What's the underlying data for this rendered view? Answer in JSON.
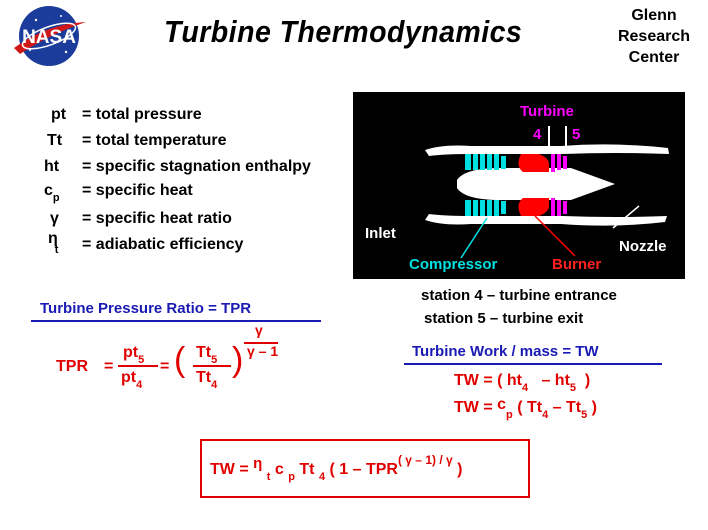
{
  "header": {
    "logo_text": "NASA",
    "title": "Turbine  Thermodynamics",
    "center_lines": [
      "Glenn",
      "Research",
      "Center"
    ]
  },
  "definitions": [
    {
      "symbol": "pt",
      "text": "= total  pressure"
    },
    {
      "symbol": "Tt",
      "text": "= total  temperature"
    },
    {
      "symbol": "ht",
      "text": "= specific  stagnation  enthalpy"
    },
    {
      "symbol_main": "c",
      "symbol_sub": "p",
      "text": "=  specific  heat"
    },
    {
      "symbol": "γ",
      "text": "=  specific  heat ratio"
    },
    {
      "symbol_main": "η",
      "symbol_sub": "t",
      "text": "=   adiabatic  efficiency"
    }
  ],
  "engine": {
    "turbine_label": "Turbine",
    "station_4": "4",
    "station_5": "5",
    "inlet_label": "Inlet",
    "compressor_label": "Compressor",
    "burner_label": "Burner",
    "nozzle_label": "Nozzle",
    "colors": {
      "compressor": "#00e0e0",
      "burner": "#ff0000",
      "turbine": "#ff00ff",
      "engine": "#ffffff",
      "background": "#000000"
    }
  },
  "stations": {
    "line1": "station  4   – turbine  entrance",
    "line2": "station  5   – turbine  exit"
  },
  "tpr": {
    "heading": "Turbine  Pressure  Ratio   =   TPR",
    "lhs": "TPR",
    "eq": "=",
    "num1": "pt",
    "num1_sub": "5",
    "den1": "pt",
    "den1_sub": "4",
    "eq2": "=",
    "open_paren": "(",
    "num2": "Tt",
    "num2_sub": "5",
    "den2": "Tt",
    "den2_sub": "4",
    "close_paren": ")",
    "exp_num": "γ",
    "exp_den": "γ – 1"
  },
  "work": {
    "heading": "Turbine  Work / mass   =   TW",
    "eq1_a": "TW = ( ht",
    "eq1_sub1": "4",
    "eq1_b": "–  ht",
    "eq1_sub2": "5",
    "eq1_c": " )",
    "eq2_a": "TW = ",
    "eq2_c": "c",
    "eq2_csub": "p",
    "eq2_b": " ( Tt",
    "eq2_sub1": "4",
    "eq2_d": " – Tt",
    "eq2_sub2": "5",
    "eq2_e": " )"
  },
  "final": {
    "a": "TW = ",
    "eta": "η",
    "eta_sub": "t",
    "c": " c",
    "c_sub": "p",
    "tt": " Tt",
    "tt_sub": "4",
    "paren": "   ( 1 – TPR",
    "exp": "( γ – 1) / γ",
    "close": "  )"
  },
  "colors": {
    "red": "#e00000",
    "blue": "#1a1ab4"
  }
}
